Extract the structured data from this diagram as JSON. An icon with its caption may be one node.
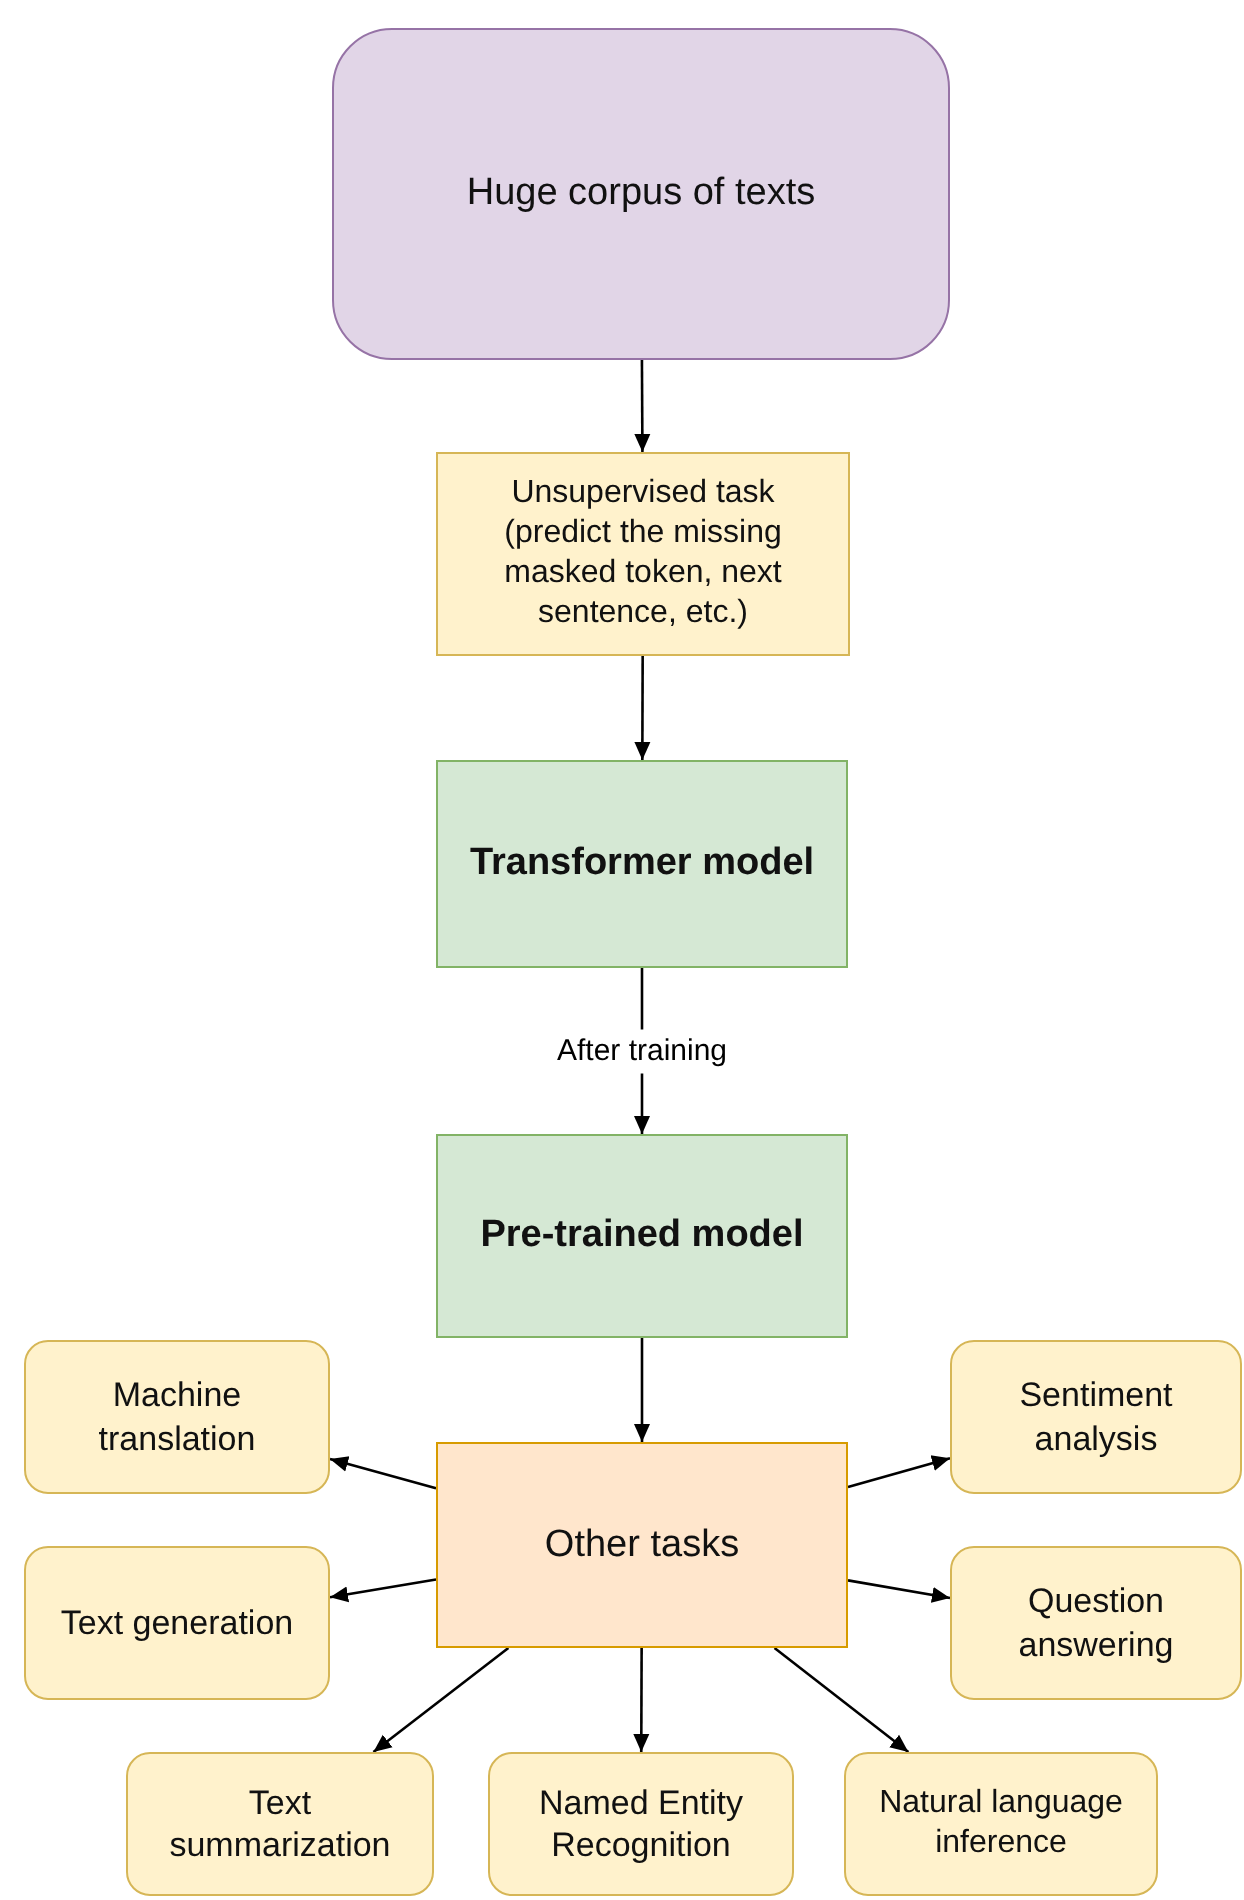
{
  "diagram": {
    "nodes": [
      {
        "text": [
          "Huge corpus of texts"
        ]
      },
      {
        "text": [
          "Unsupervised task (predict the missing masked token, next sentence, etc.)"
        ]
      },
      {
        "text": [
          "Transformer model"
        ]
      },
      {
        "text": [
          "Pre-trained model"
        ]
      },
      {
        "text": [
          "Other tasks"
        ]
      },
      {
        "text": [
          "Machine translation"
        ]
      },
      {
        "text": [
          "Sentiment analysis"
        ]
      },
      {
        "text": [
          "Text generation"
        ]
      },
      {
        "text": [
          "Question answering"
        ]
      },
      {
        "text": [
          "Text summarization"
        ]
      },
      {
        "text": [
          "Named Entity Recognition"
        ]
      },
      {
        "text": [
          "Natural language inference"
        ]
      }
    ],
    "edges": [
      {
        "from": 0,
        "to": 1,
        "arrow": "to"
      },
      {
        "from": 1,
        "to": 2,
        "arrow": "to"
      },
      {
        "from": 2,
        "to": 3,
        "arrow": "to",
        "label": "After training"
      },
      {
        "from": 3,
        "to": 4,
        "arrow": "to"
      },
      {
        "from": 4,
        "to": 5,
        "arrow": "to"
      },
      {
        "from": 4,
        "to": 6,
        "arrow": "to"
      },
      {
        "from": 4,
        "to": 7,
        "arrow": "to"
      },
      {
        "from": 4,
        "to": 8,
        "arrow": "to"
      },
      {
        "from": 4,
        "to": 9,
        "arrow": "to"
      },
      {
        "from": 4,
        "to": 10,
        "arrow": "to"
      },
      {
        "from": 4,
        "to": 11,
        "arrow": "to"
      }
    ]
  }
}
